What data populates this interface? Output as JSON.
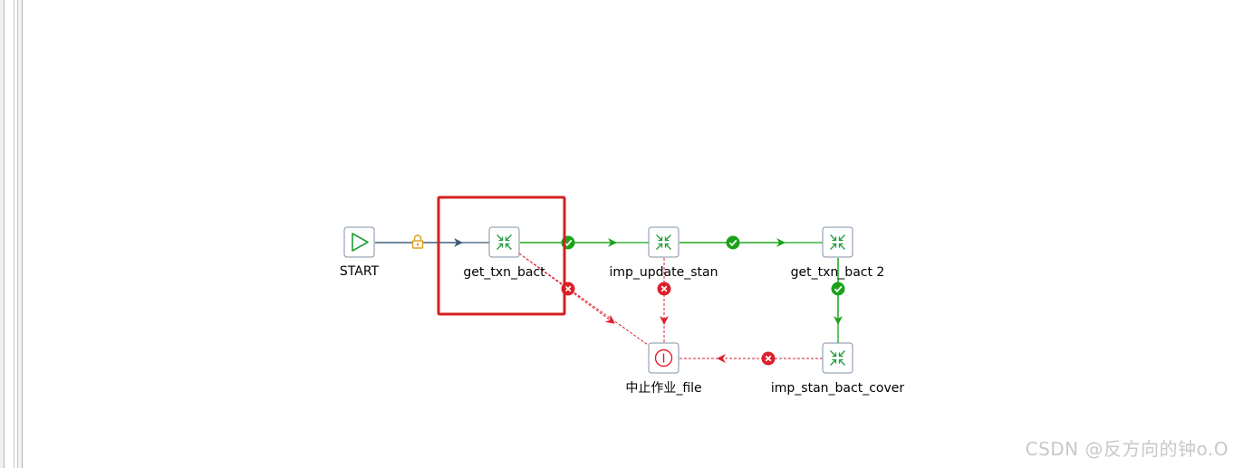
{
  "nodes": [
    {
      "id": "start",
      "label": "START",
      "type": "start"
    },
    {
      "id": "get_txn_bact",
      "label": "get_txn_bact",
      "type": "transform",
      "highlighted": true
    },
    {
      "id": "imp_update_stan",
      "label": "imp_update_stan",
      "type": "transform"
    },
    {
      "id": "get_txn_bact_2",
      "label": "get_txn_bact 2",
      "type": "transform"
    },
    {
      "id": "abort_job_file",
      "label": "中止作业_file",
      "type": "abort"
    },
    {
      "id": "imp_stan_bact_cover",
      "label": "imp_stan_bact_cover",
      "type": "transform"
    }
  ],
  "hops": [
    {
      "from": "start",
      "to": "get_txn_bact",
      "kind": "unconditional"
    },
    {
      "from": "get_txn_bact",
      "to": "imp_update_stan",
      "kind": "success"
    },
    {
      "from": "imp_update_stan",
      "to": "get_txn_bact_2",
      "kind": "success"
    },
    {
      "from": "get_txn_bact_2",
      "to": "imp_stan_bact_cover",
      "kind": "success"
    },
    {
      "from": "get_txn_bact",
      "to": "abort_job_file",
      "kind": "failure"
    },
    {
      "from": "imp_update_stan",
      "to": "abort_job_file",
      "kind": "failure"
    },
    {
      "from": "imp_stan_bact_cover",
      "to": "abort_job_file",
      "kind": "failure"
    }
  ],
  "colors": {
    "success": "#1aa31a",
    "failure": "#dd1f2c",
    "unconditional": "#3c5a78",
    "lock": "#e0a020",
    "highlight": "#d42020",
    "node_border": "#7d93a8",
    "node_icon": "#1d9c3a"
  },
  "icons": {
    "start": "play-triangle-icon",
    "transform": "arrows-inward-icon",
    "abort": "abort-circle-icon",
    "unconditional": "lock-icon",
    "success": "check-circle-icon",
    "failure": "x-circle-icon"
  },
  "watermark": "CSDN @反方向的钟o.O"
}
